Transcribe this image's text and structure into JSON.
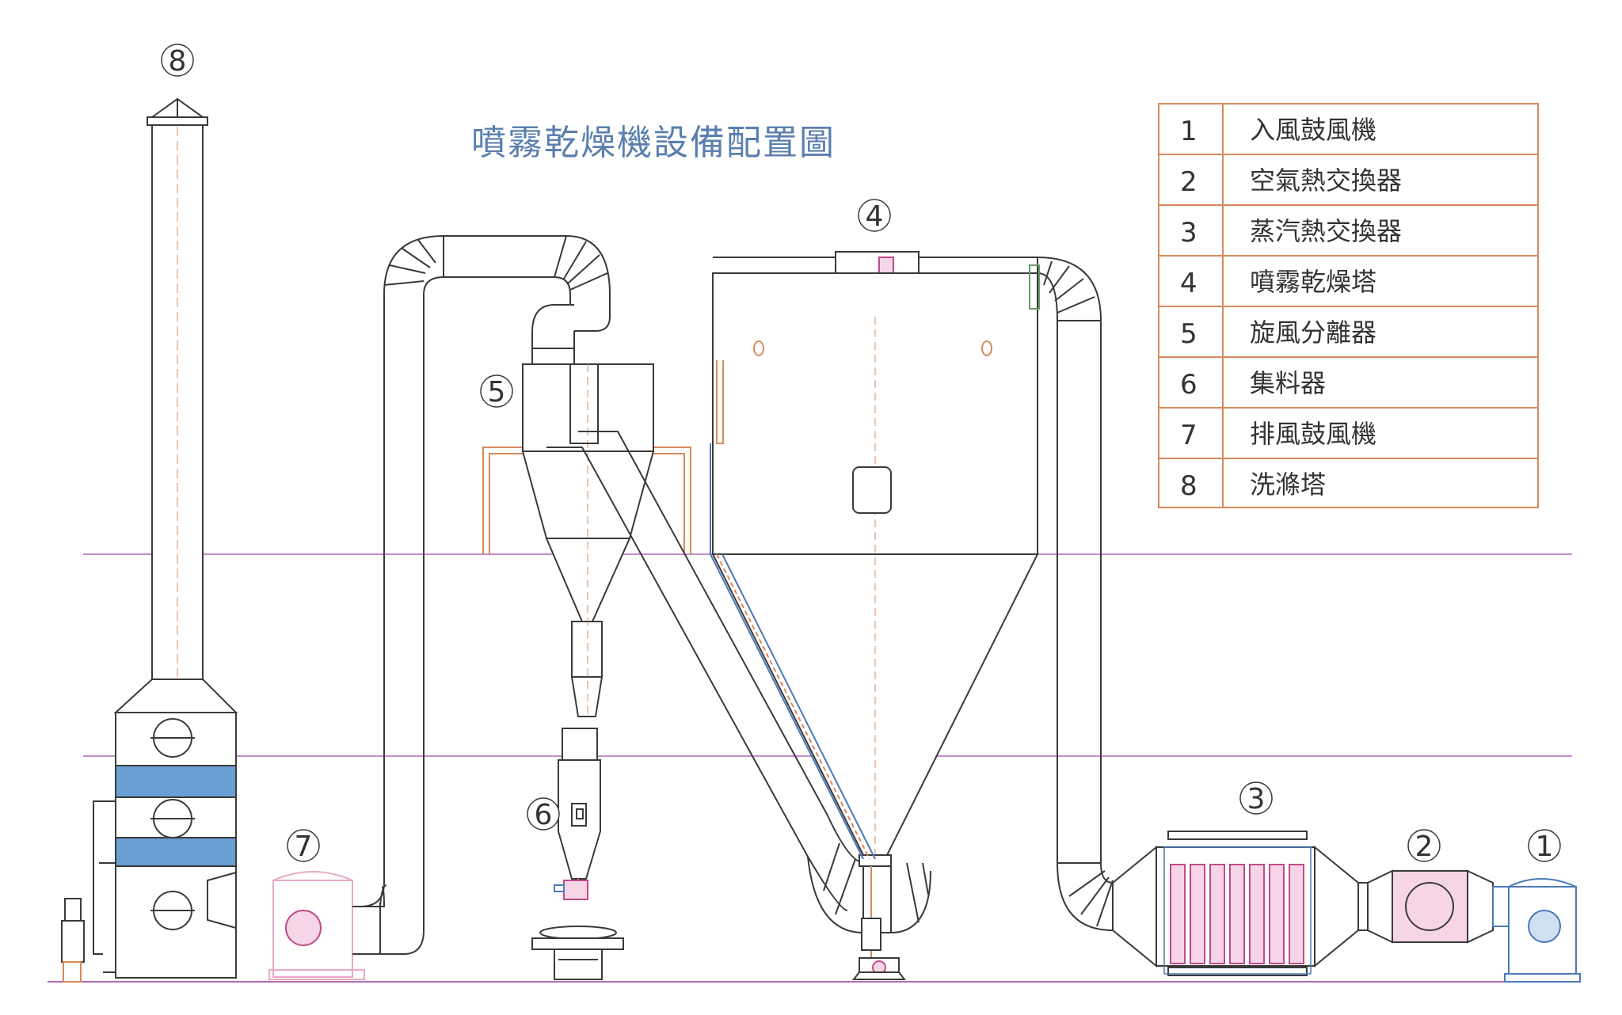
{
  "title": "噴霧乾燥機設備配置圖",
  "legend": [
    {
      "num": "1",
      "label": "入風鼓風機"
    },
    {
      "num": "2",
      "label": "空氣熱交換器"
    },
    {
      "num": "3",
      "label": "蒸汽熱交換器"
    },
    {
      "num": "4",
      "label": "噴霧乾燥塔"
    },
    {
      "num": "5",
      "label": "旋風分離器"
    },
    {
      "num": "6",
      "label": "集料器"
    },
    {
      "num": "7",
      "label": "排風鼓風機"
    },
    {
      "num": "8",
      "label": "洗滌塔"
    }
  ],
  "markers": {
    "m1": "1",
    "m2": "2",
    "m3": "3",
    "m4": "4",
    "m5": "5",
    "m6": "6",
    "m7": "7",
    "m8": "8"
  },
  "colors": {
    "line": "#3a3a3a",
    "orange": "#d98a5a",
    "purple_guide": "#b06ab8",
    "blue": "#4a7ab8",
    "pink": "#e8a9c8",
    "packing_blue": "#6a9fd4",
    "title_blue": "#5a7fae"
  }
}
